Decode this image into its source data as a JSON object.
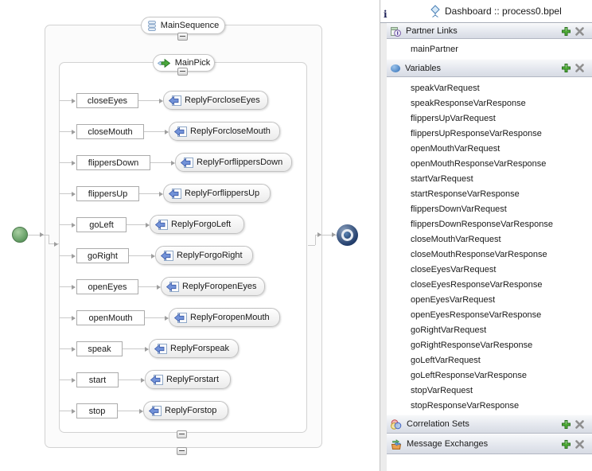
{
  "diagram": {
    "sequence": {
      "label": "MainSequence"
    },
    "pick": {
      "label": "MainPick"
    },
    "branches": [
      {
        "condition": "closeEyes",
        "reply": "ReplyForcloseEyes"
      },
      {
        "condition": "closeMouth",
        "reply": "ReplyForcloseMouth"
      },
      {
        "condition": "flippersDown",
        "reply": "ReplyForflippersDown"
      },
      {
        "condition": "flippersUp",
        "reply": "ReplyForflippersUp"
      },
      {
        "condition": "goLeft",
        "reply": "ReplyForgoLeft"
      },
      {
        "condition": "goRight",
        "reply": "ReplyForgoRight"
      },
      {
        "condition": "openEyes",
        "reply": "ReplyForopenEyes"
      },
      {
        "condition": "openMouth",
        "reply": "ReplyForopenMouth"
      },
      {
        "condition": "speak",
        "reply": "ReplyForspeak"
      },
      {
        "condition": "start",
        "reply": "ReplyForstart"
      },
      {
        "condition": "stop",
        "reply": "ReplyForstop"
      }
    ]
  },
  "panel": {
    "info_glyph": "i",
    "title": "Dashboard :: process0.bpel",
    "sections": [
      {
        "label": "Partner Links",
        "items": [
          "mainPartner"
        ]
      },
      {
        "label": "Variables",
        "items": [
          "speakVarRequest",
          "speakResponseVarResponse",
          "flippersUpVarRequest",
          "flippersUpResponseVarResponse",
          "openMouthVarRequest",
          "openMouthResponseVarResponse",
          "startVarRequest",
          "startResponseVarResponse",
          "flippersDownVarRequest",
          "flippersDownResponseVarResponse",
          "closeMouthVarRequest",
          "closeMouthResponseVarResponse",
          "closeEyesVarRequest",
          "closeEyesResponseVarResponse",
          "openEyesVarRequest",
          "openEyesResponseVarResponse",
          "goRightVarRequest",
          "goRightResponseVarResponse",
          "goLeftVarRequest",
          "goLeftResponseVarResponse",
          "stopVarRequest",
          "stopResponseVarResponse"
        ]
      },
      {
        "label": "Correlation Sets",
        "items": []
      },
      {
        "label": "Message Exchanges",
        "items": []
      }
    ]
  },
  "colors": {
    "add_button_green": "#44a132",
    "delete_button_gray": "#8f8f8f",
    "start_node_green": "#5f9a60",
    "end_node_blue": "#1d3a66",
    "section_header_bottom": "#d7dbe4"
  }
}
